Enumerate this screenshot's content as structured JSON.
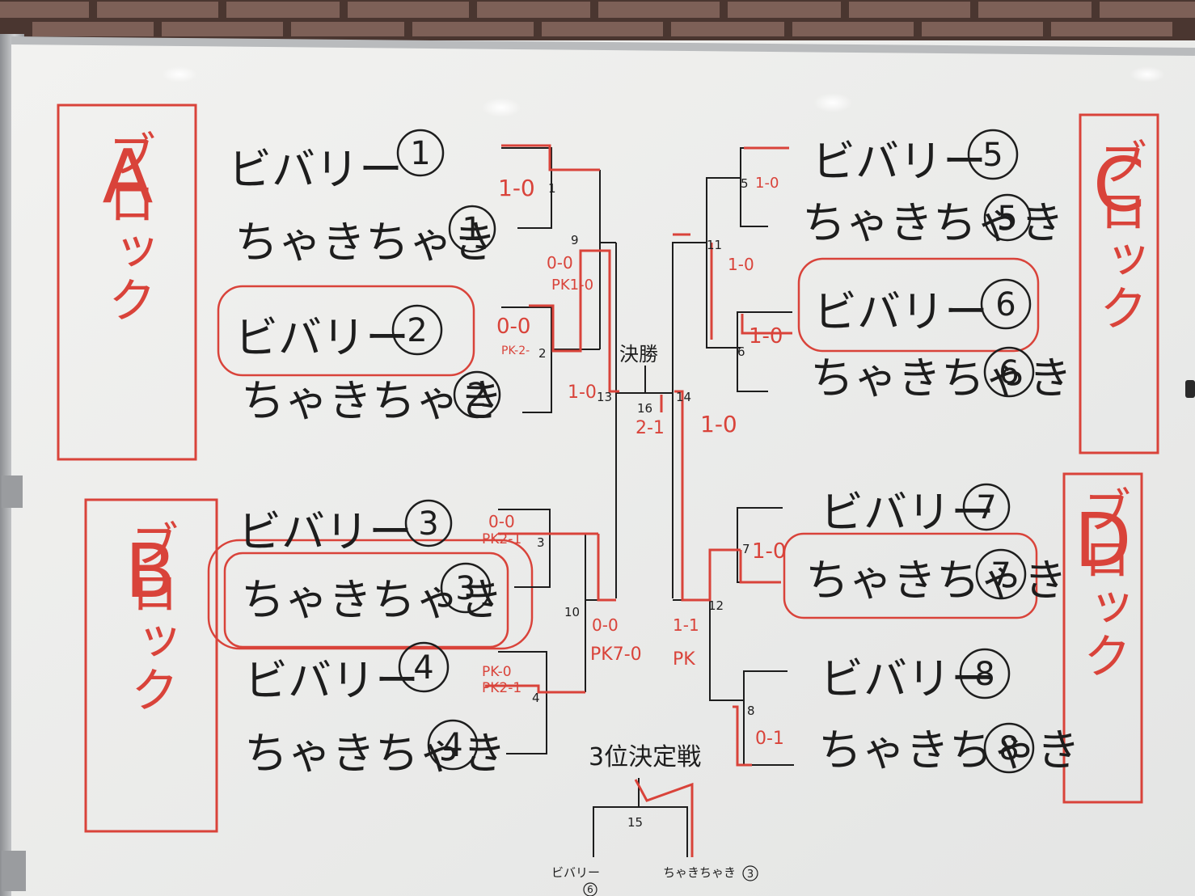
{
  "board": {
    "colors": {
      "marker_red": "#d9433a",
      "marker_black": "#1d1d1d",
      "board": "#f4f4f2"
    },
    "blocks": [
      {
        "letter": "A",
        "label": "ブロック"
      },
      {
        "letter": "B",
        "label": "ブロック"
      },
      {
        "letter": "C",
        "label": "ブロック"
      },
      {
        "letter": "D",
        "label": "ブロック"
      }
    ],
    "teams_left": [
      {
        "name": "ビバリー",
        "num": "1"
      },
      {
        "name": "ちゃきちゃき",
        "num": "1"
      },
      {
        "name": "ビバリー",
        "num": "2"
      },
      {
        "name": "ちゃきちゃき",
        "num": "2"
      },
      {
        "name": "ビバリー",
        "num": "3"
      },
      {
        "name": "ちゃきちゃき",
        "num": "3"
      },
      {
        "name": "ビバリー",
        "num": "4"
      },
      {
        "name": "ちゃきちゃき",
        "num": "4"
      }
    ],
    "teams_right": [
      {
        "name": "ビバリー",
        "num": "5"
      },
      {
        "name": "ちゃきちゃき",
        "num": "5"
      },
      {
        "name": "ビバリー",
        "num": "6"
      },
      {
        "name": "ちゃきちゃき",
        "num": "6"
      },
      {
        "name": "ビバリー",
        "num": "7"
      },
      {
        "name": "ちゃきちゃき",
        "num": "7"
      },
      {
        "name": "ビバリー",
        "num": "8"
      },
      {
        "name": "ちゃきちゃき",
        "num": "8"
      }
    ],
    "match_numbers": [
      "1",
      "2",
      "3",
      "4",
      "5",
      "6",
      "7",
      "8",
      "9",
      "10",
      "11",
      "12",
      "13",
      "14",
      "15",
      "16"
    ],
    "scores": {
      "m1": "1-0",
      "m2_a": "0-0",
      "m2_b": "PK-2-",
      "m9_a": "0-0",
      "m9_b": "PK1-0",
      "m13": "1-0",
      "m3_a": "0-0",
      "m3_b": "PK2-1",
      "m4_a": "PK-0",
      "m4_b": "PK2-1",
      "m10_a": "0-0",
      "m10_b": "PK7-0",
      "m12_a": "1-1",
      "m12_b": "PK",
      "m5": "1-0",
      "m11": "1-0",
      "m6": "1-0",
      "m14": "1-0",
      "m7": "1-0",
      "m8": "0-1",
      "final": "2-1"
    },
    "final_label": "決勝",
    "third_place_label": "3位決定戦",
    "third_left": "ビバリー",
    "third_left_num": "6",
    "third_right": "ちゃきちゃき",
    "third_right_num": "3"
  }
}
